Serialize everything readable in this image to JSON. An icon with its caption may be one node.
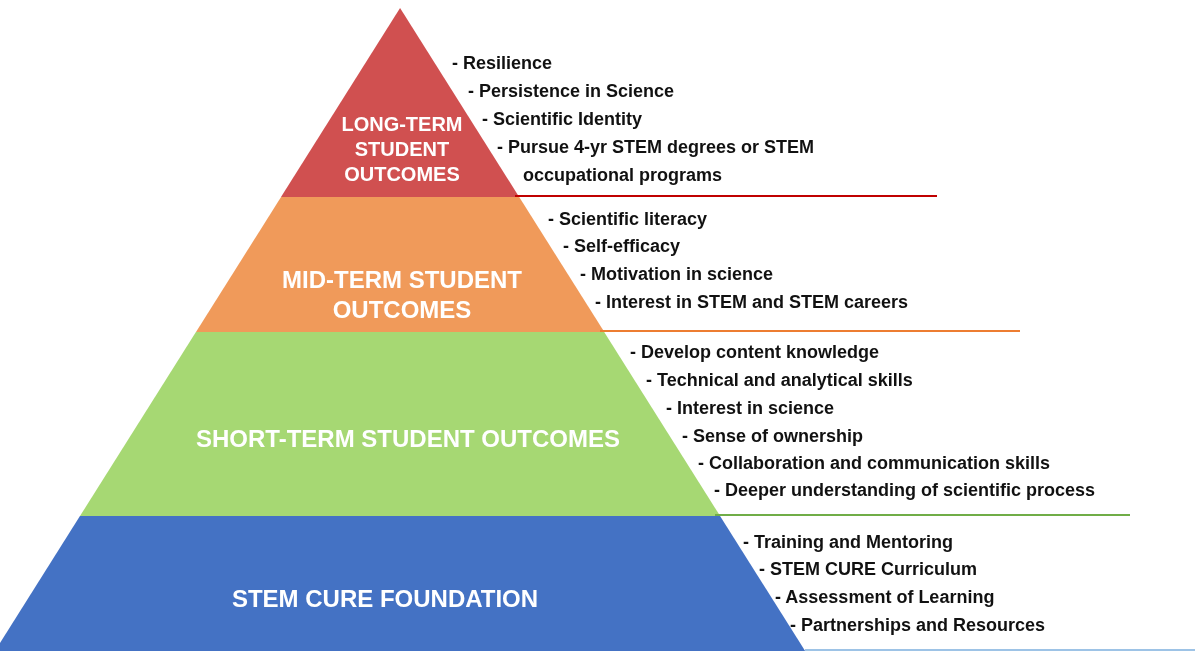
{
  "diagram": {
    "nodes": [
      {
        "text": [
          "LONG-TERM STUDENT OUTCOMES"
        ],
        "beside": [
          "- Resilience",
          "- Persistence in Science",
          "- Scientific Identity",
          "- Pursue 4-yr STEM degrees or STEM occupational programs"
        ]
      },
      {
        "text": [
          "MID-TERM STUDENT OUTCOMES"
        ],
        "beside": [
          "- Scientific literacy",
          "- Self-efficacy",
          "- Motivation in science",
          "- Interest in STEM and STEM careers"
        ]
      },
      {
        "text": [
          "SHORT-TERM STUDENT OUTCOMES"
        ],
        "beside": [
          "- Develop content knowledge",
          "- Technical and analytical skills",
          "- Interest in science",
          "- Sense of ownership",
          "- Collaboration and communication skills",
          "- Deeper understanding of scientific process"
        ]
      },
      {
        "text": [
          "STEM CURE FOUNDATION"
        ],
        "beside": [
          "- Training and Mentoring",
          "- STEM CURE Curriculum",
          "- Assessment of Learning",
          "- Partnerships and Resources"
        ]
      }
    ]
  }
}
